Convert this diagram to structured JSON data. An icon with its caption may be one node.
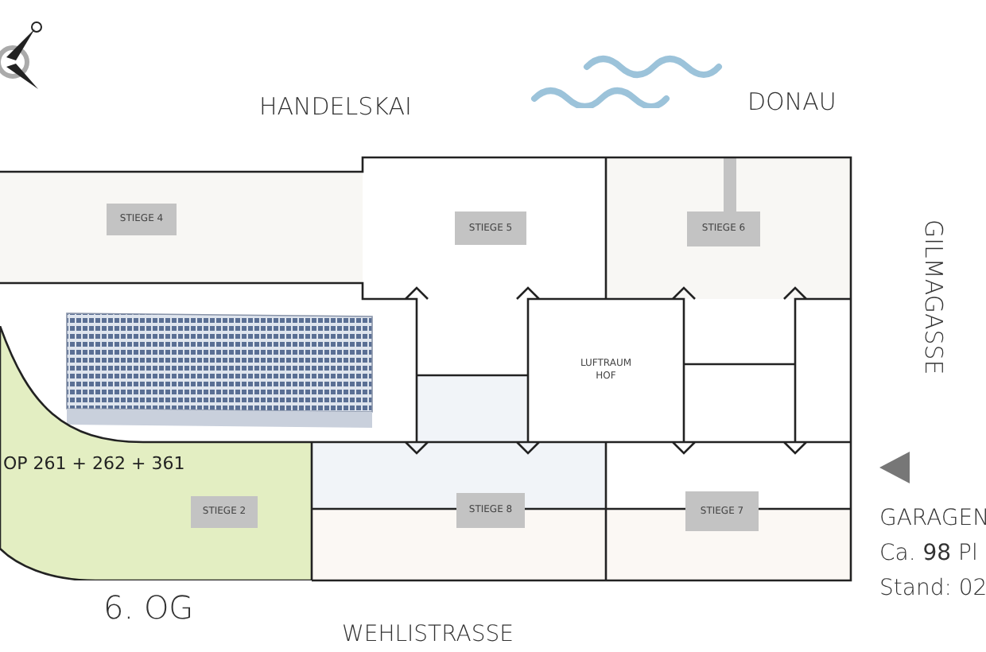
{
  "diagram": {
    "nodes": [
      {
        "text": [
          "STIEGE 4"
        ]
      },
      {
        "text": [
          "STIEGE 5"
        ]
      },
      {
        "text": [
          "STIEGE 6"
        ]
      },
      {
        "text": [
          "LUFTRAUM HOF"
        ]
      },
      {
        "text": [
          "OP 261 + 262 + 361"
        ]
      },
      {
        "text": [
          "STIEGE 2"
        ],
        "in": 4
      },
      {
        "text": [
          "STIEGE 8"
        ]
      },
      {
        "text": [
          "STIEGE 7"
        ]
      }
    ],
    "edges": [],
    "labels": [
      "HANDELSKAI",
      "DONAU",
      "GILMAGASSE",
      "GARAGEN",
      "Ca. **98** Pl",
      "Stand: 02",
      "6. OG",
      "WEHLISTRASSE"
    ]
  }
}
